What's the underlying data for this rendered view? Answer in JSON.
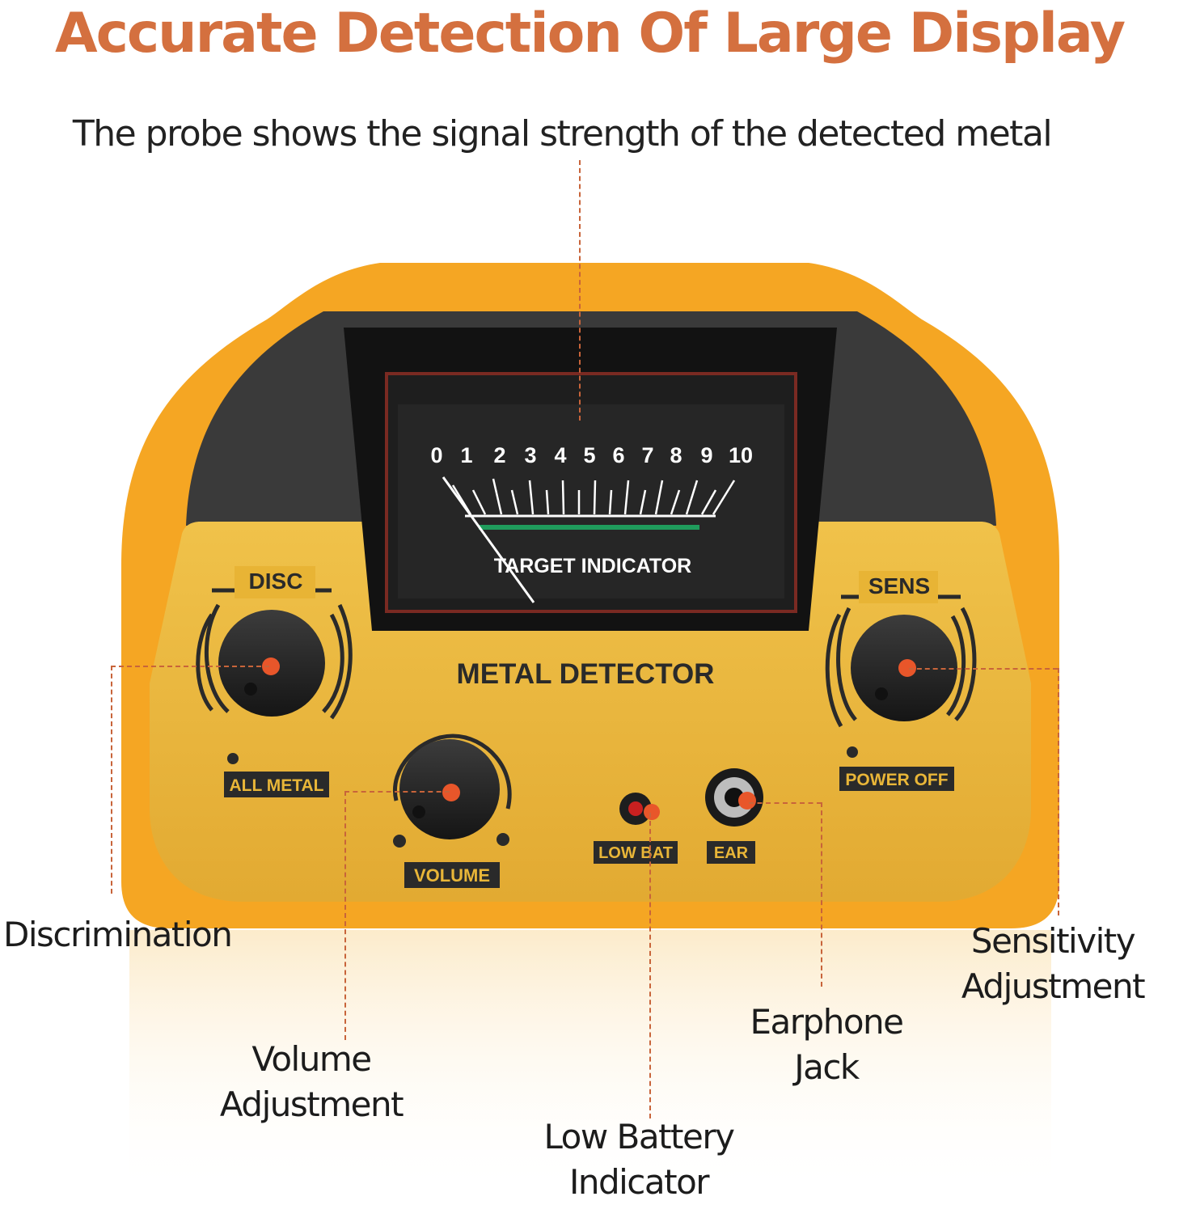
{
  "title": "Accurate Detection Of Large Display",
  "subtitle": "The probe shows the signal strength of the detected metal",
  "device": {
    "meter_scale": [
      "0",
      "1",
      "2",
      "3",
      "4",
      "5",
      "6",
      "7",
      "8",
      "9",
      "10"
    ],
    "meter_label": "TARGET INDICATOR",
    "brand_label": "METAL DETECTOR",
    "disc_label": "DISC",
    "sens_label": "SENS",
    "all_metal_label": "ALL METAL",
    "power_off_label": "POWER OFF",
    "volume_label": "VOLUME",
    "low_bat_label": "LOW BAT",
    "ear_label": "EAR"
  },
  "callouts": {
    "discrimination": "Discrimination",
    "sensitivity_line1": "Sensitivity",
    "sensitivity_line2": "Adjustment",
    "earphone_line1": "Earphone",
    "earphone_line2": "Jack",
    "volume_line1": "Volume",
    "volume_line2": "Adjustment",
    "battery_line1": "Low Battery",
    "battery_line2": "Indicator"
  },
  "colors": {
    "title": "#d4703f",
    "housing_orange": "#f5a623",
    "panel_yellow": "#e9b638",
    "knob": "#2a2a2a",
    "marker": "#e8562a",
    "callout_line": "#c8643a"
  }
}
